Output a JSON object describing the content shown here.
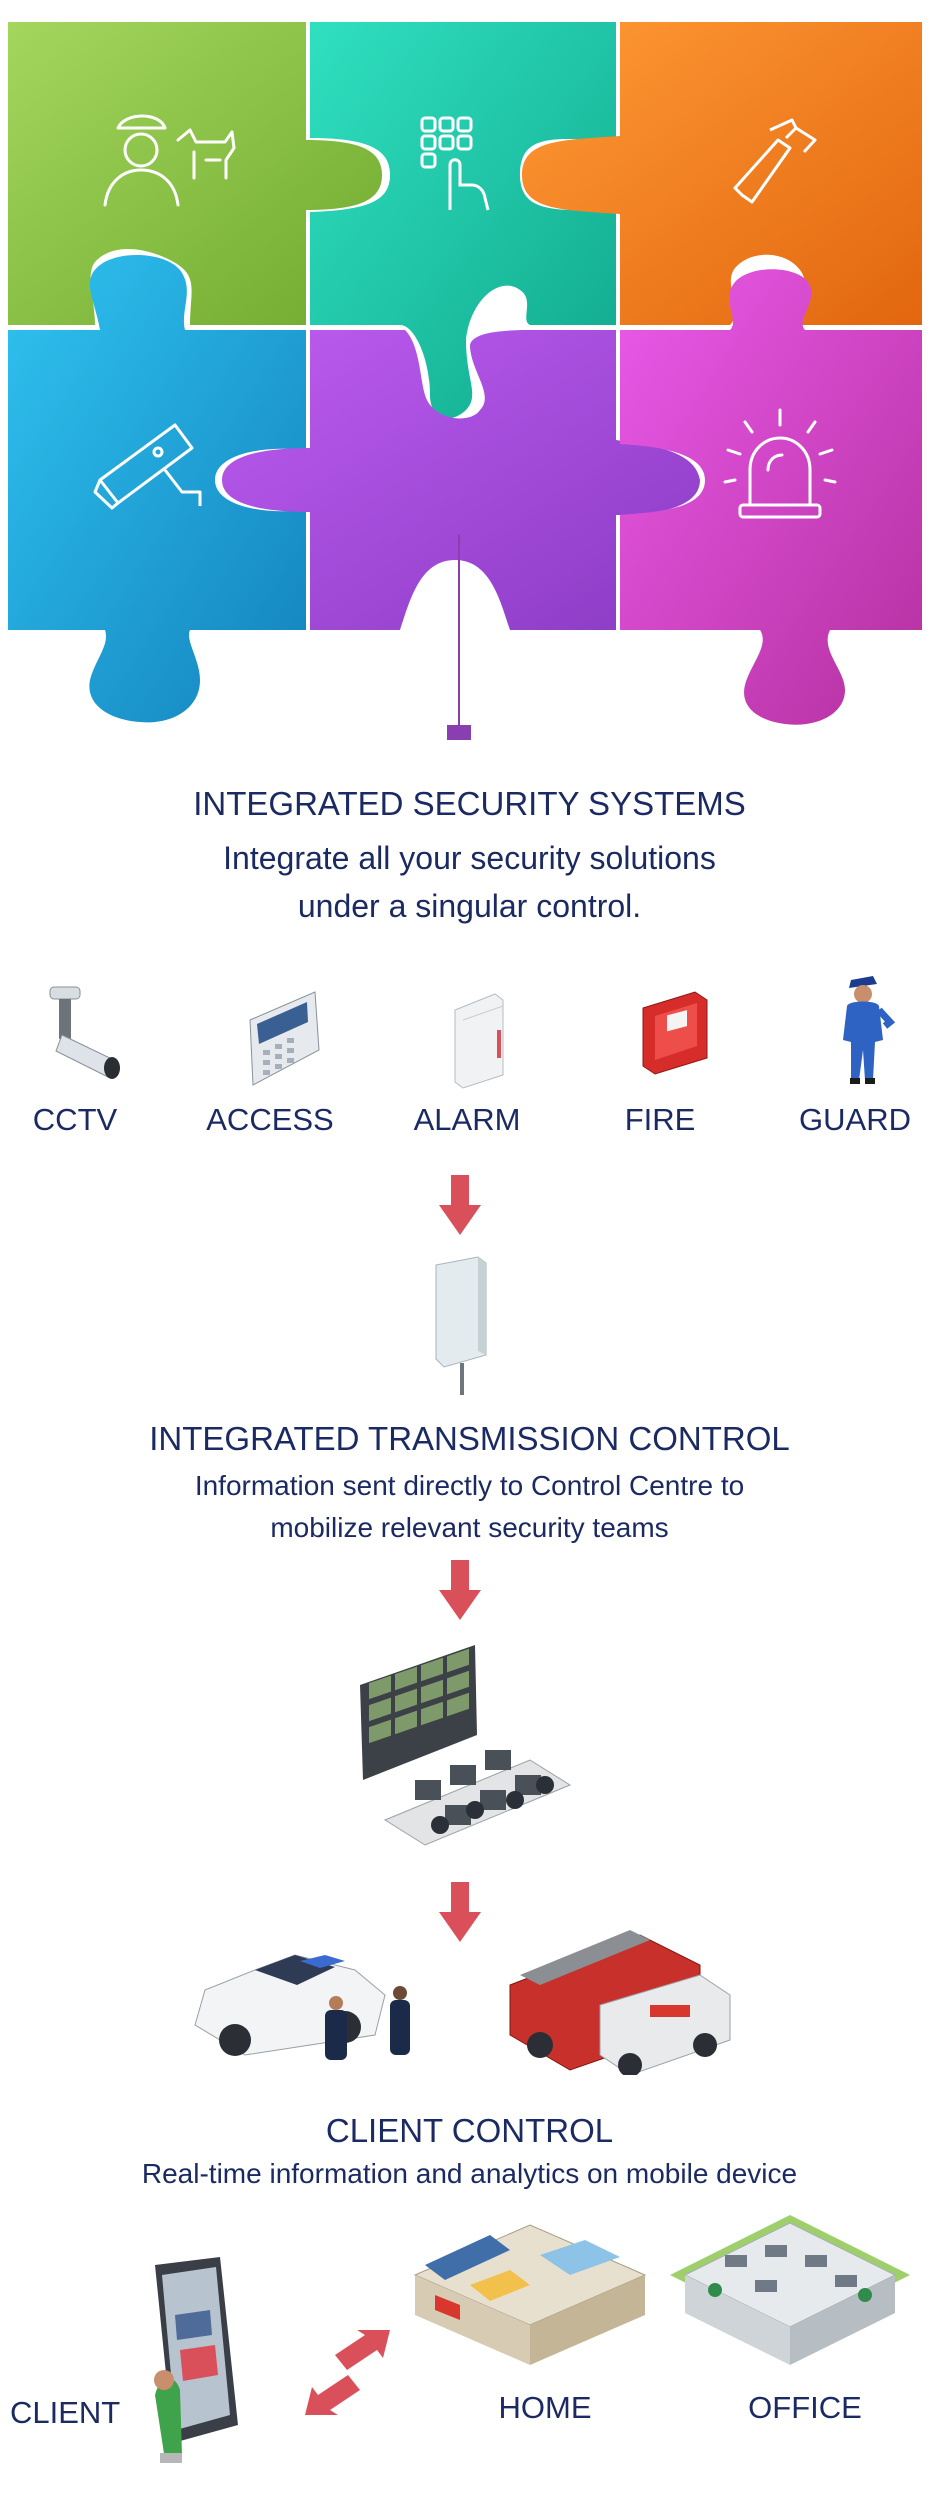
{
  "puzzle": {
    "pieces": [
      {
        "icon": "guard-dog-icon",
        "color": "#8bc53f"
      },
      {
        "icon": "keypad-icon",
        "color": "#1fc6a6"
      },
      {
        "icon": "extinguisher-icon",
        "color": "#f07f1f"
      },
      {
        "icon": "camera-icon",
        "color": "#1ea6dd"
      },
      {
        "icon": "center-piece",
        "color": "#a04fd9"
      },
      {
        "icon": "siren-icon",
        "color": "#d649d6"
      }
    ]
  },
  "section1": {
    "title": "INTEGRATED SECURITY SYSTEMS",
    "line1": "Integrate all your security solutions",
    "line2": "under a singular control."
  },
  "devices": [
    {
      "label": "CCTV",
      "icon": "cctv-camera-icon"
    },
    {
      "label": "ACCESS",
      "icon": "access-keypad-icon"
    },
    {
      "label": "ALARM",
      "icon": "alarm-panel-icon"
    },
    {
      "label": "FIRE",
      "icon": "fire-alarm-icon"
    },
    {
      "label": "GUARD",
      "icon": "security-guard-icon"
    }
  ],
  "section2": {
    "title": "INTEGRATED TRANSMISSION CONTROL",
    "line1": "Information sent directly to Control Centre to",
    "line2": "mobilize relevant security teams"
  },
  "section3": {
    "title": "CLIENT CONTROL",
    "line1": "Real-time information and analytics on mobile device"
  },
  "clients": {
    "client": "CLIENT",
    "home": "HOME",
    "office": "OFFICE"
  },
  "colors": {
    "arrow": "#d9505a",
    "text": "#1c2a63",
    "connector": "#8a3fb0"
  }
}
